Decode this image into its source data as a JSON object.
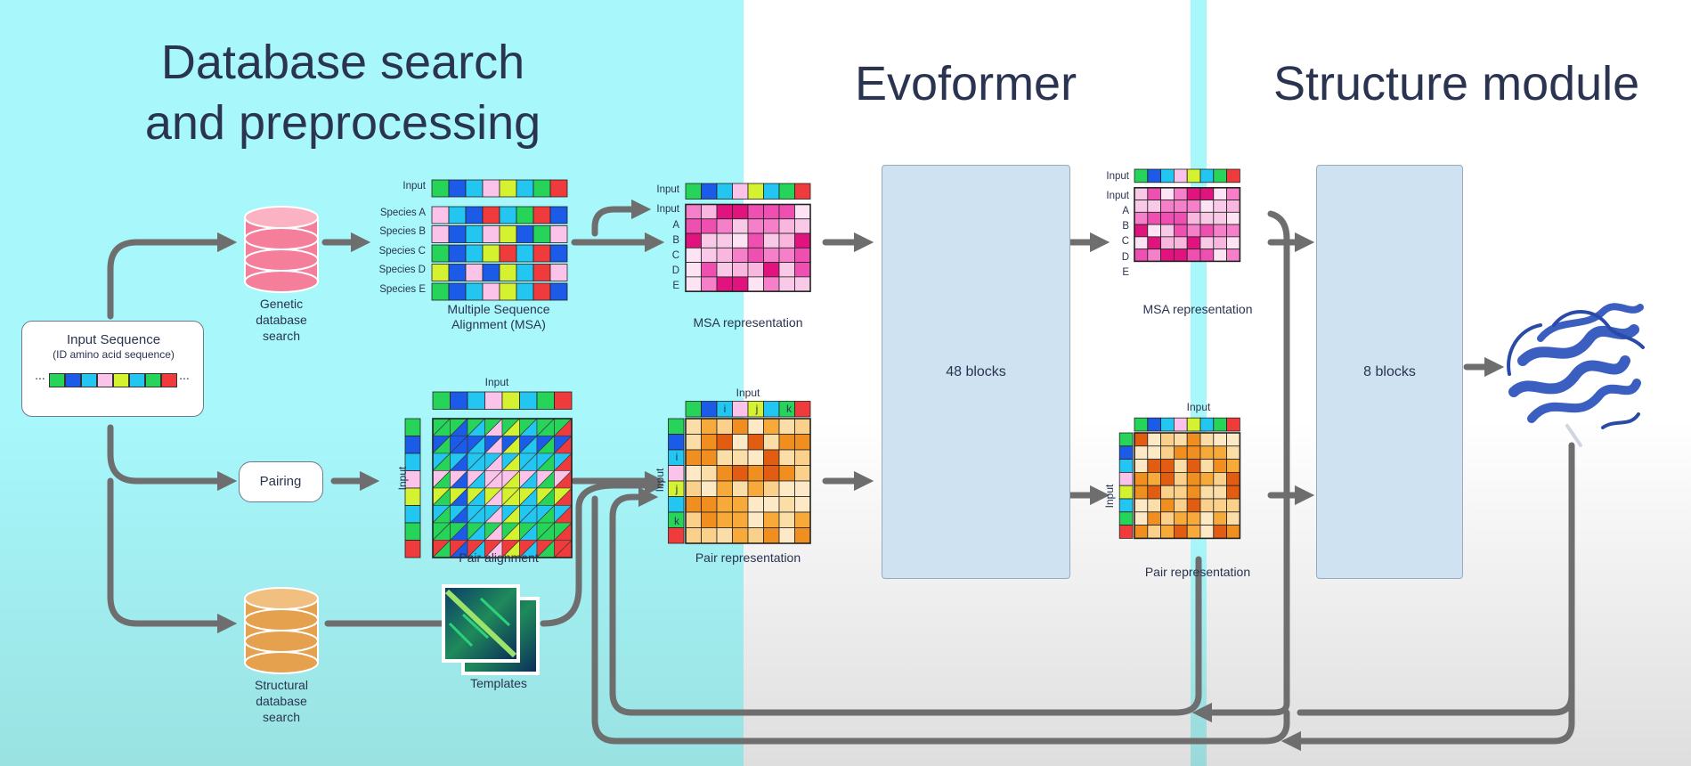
{
  "titles": {
    "database_search": "Database search and preprocessing",
    "evoformer": "Evoformer",
    "structure_module": "Structure module"
  },
  "input_sequence": {
    "title": "Input Sequence",
    "subtitle": "(ID amino acid sequence)",
    "ellipsis": "...",
    "colors": [
      "#27d45a",
      "#1b5be8",
      "#22c6f0",
      "#fbc3ea",
      "#d4f230",
      "#22c6f0",
      "#27d45a",
      "#ef3b3b"
    ]
  },
  "nodes": {
    "genetic_db": "Genetic database search",
    "pairing": "Pairing",
    "structural_db": "Structural database search",
    "templates": "Templates",
    "msa": "Multiple Sequence Alignment (MSA)",
    "pair_alignment": "Pair alignment",
    "msa_rep_1": "MSA representation",
    "pair_rep_1": "Pair representation",
    "msa_rep_2": "MSA representation",
    "pair_rep_2": "Pair representation"
  },
  "msa_rows": [
    "Input",
    "Species A",
    "Species B",
    "Species C",
    "Species D",
    "Species E"
  ],
  "rep_rows": [
    "Input",
    "Input",
    "A",
    "B",
    "C",
    "D",
    "E"
  ],
  "axis_labels": {
    "input": "Input",
    "i": "i",
    "j": "j",
    "k": "k"
  },
  "blocks": {
    "evoformer": "48 blocks",
    "structure": "8 blocks"
  },
  "colors": {
    "arrow": "#6e6e6e",
    "title": "#2a3350",
    "block_fill": "#cfe2f1",
    "db_pink": "#f57f9a",
    "db_orange": "#e5a14d"
  }
}
